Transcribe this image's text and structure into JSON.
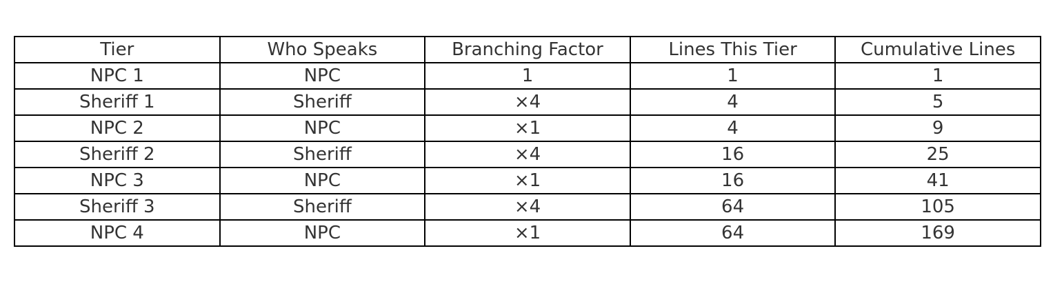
{
  "chart_data": {
    "type": "table",
    "columns": [
      "Tier",
      "Who Speaks",
      "Branching Factor",
      "Lines This Tier",
      "Cumulative Lines"
    ],
    "rows": [
      [
        "NPC 1",
        "NPC",
        "1",
        "1",
        "1"
      ],
      [
        "Sheriff 1",
        "Sheriff",
        "×4",
        "4",
        "5"
      ],
      [
        "NPC 2",
        "NPC",
        "×1",
        "4",
        "9"
      ],
      [
        "Sheriff 2",
        "Sheriff",
        "×4",
        "16",
        "25"
      ],
      [
        "NPC 3",
        "NPC",
        "×1",
        "16",
        "41"
      ],
      [
        "Sheriff 3",
        "Sheriff",
        "×4",
        "64",
        "105"
      ],
      [
        "NPC 4",
        "NPC",
        "×1",
        "64",
        "169"
      ]
    ],
    "text_color": "#333333",
    "border_color": "#000000"
  }
}
